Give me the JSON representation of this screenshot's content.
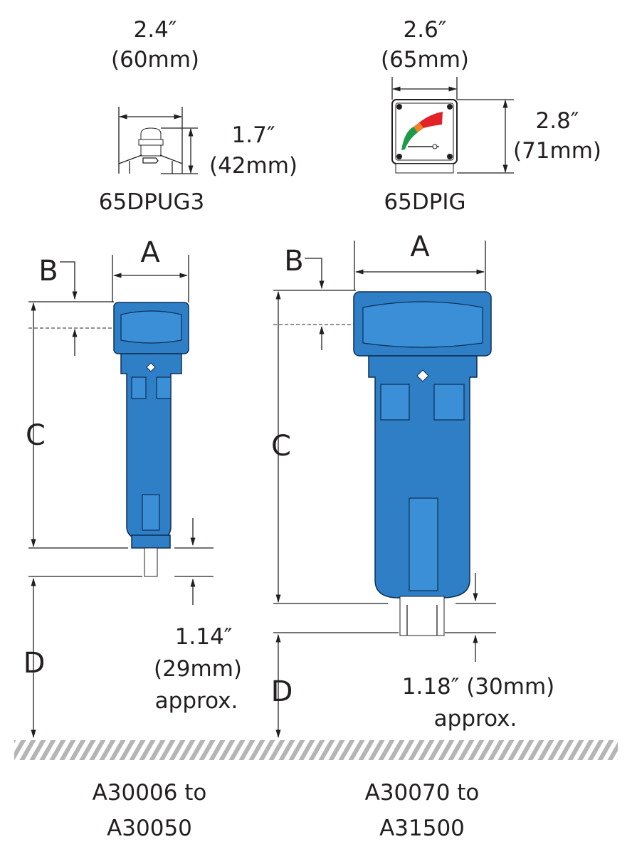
{
  "accessories": {
    "pug": {
      "width_in": "2.4″",
      "width_mm": "(60mm)",
      "height_in": "1.7″",
      "height_mm": "(42mm)",
      "model": "65DPUG3"
    },
    "pig": {
      "width_in": "2.6″",
      "width_mm": "(65mm)",
      "height_in": "2.8″",
      "height_mm": "(71mm)",
      "model": "65DPIG"
    }
  },
  "left_filter": {
    "labels": {
      "a": "A",
      "b": "B",
      "c": "C",
      "d": "D"
    },
    "clearance": {
      "value": "1.14″",
      "mm": "(29mm)",
      "note": "approx."
    },
    "range_line1": "A30006 to",
    "range_line2": "A30050"
  },
  "right_filter": {
    "labels": {
      "a": "A",
      "b": "B",
      "c": "C",
      "d": "D"
    },
    "clearance": {
      "value": "1.18″ (30mm)",
      "note": "approx."
    },
    "range_line1": "A30070 to",
    "range_line2": "A31500"
  },
  "colors": {
    "filter_blue": "#2f7fc6",
    "gauge_green": "#1f9a4a",
    "gauge_orange": "#f0802a",
    "gauge_red": "#e32228"
  }
}
